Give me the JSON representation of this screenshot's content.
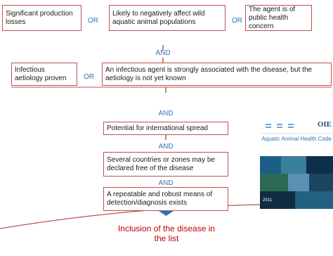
{
  "criteria_row1": {
    "box1": "Significant production losses",
    "or1": "OR",
    "box2": "Likely to negatively affect wild aquatic animal populations",
    "or2": "OR",
    "box3": "The agent is of public health concern"
  },
  "and1": "AND",
  "criteria_row2": {
    "box1": "Infectious aetiology proven",
    "or1": "OR",
    "box2": "An infectious agent is strongly associated with the disease, but the aetiology is not yet known"
  },
  "and2": "AND",
  "box_spread": "Potential for international spread",
  "and3": "AND",
  "box_free": "Several countries or zones may be declared free of the disease",
  "and4": "AND",
  "box_detection": "A repeatable and robust means of detection/diagnosis exists",
  "result": "Inclusion of the disease in the list",
  "cover": {
    "title": "Aquatic Animal Health Code",
    "logo": "OIE",
    "year": "2011"
  },
  "colors": {
    "box_border": "#c0504d",
    "connector": "#c0504d",
    "operator_text": "#2e75b6",
    "arrow": "#2e75b6",
    "result_text": "#c00000",
    "curve": "#c0504d"
  }
}
